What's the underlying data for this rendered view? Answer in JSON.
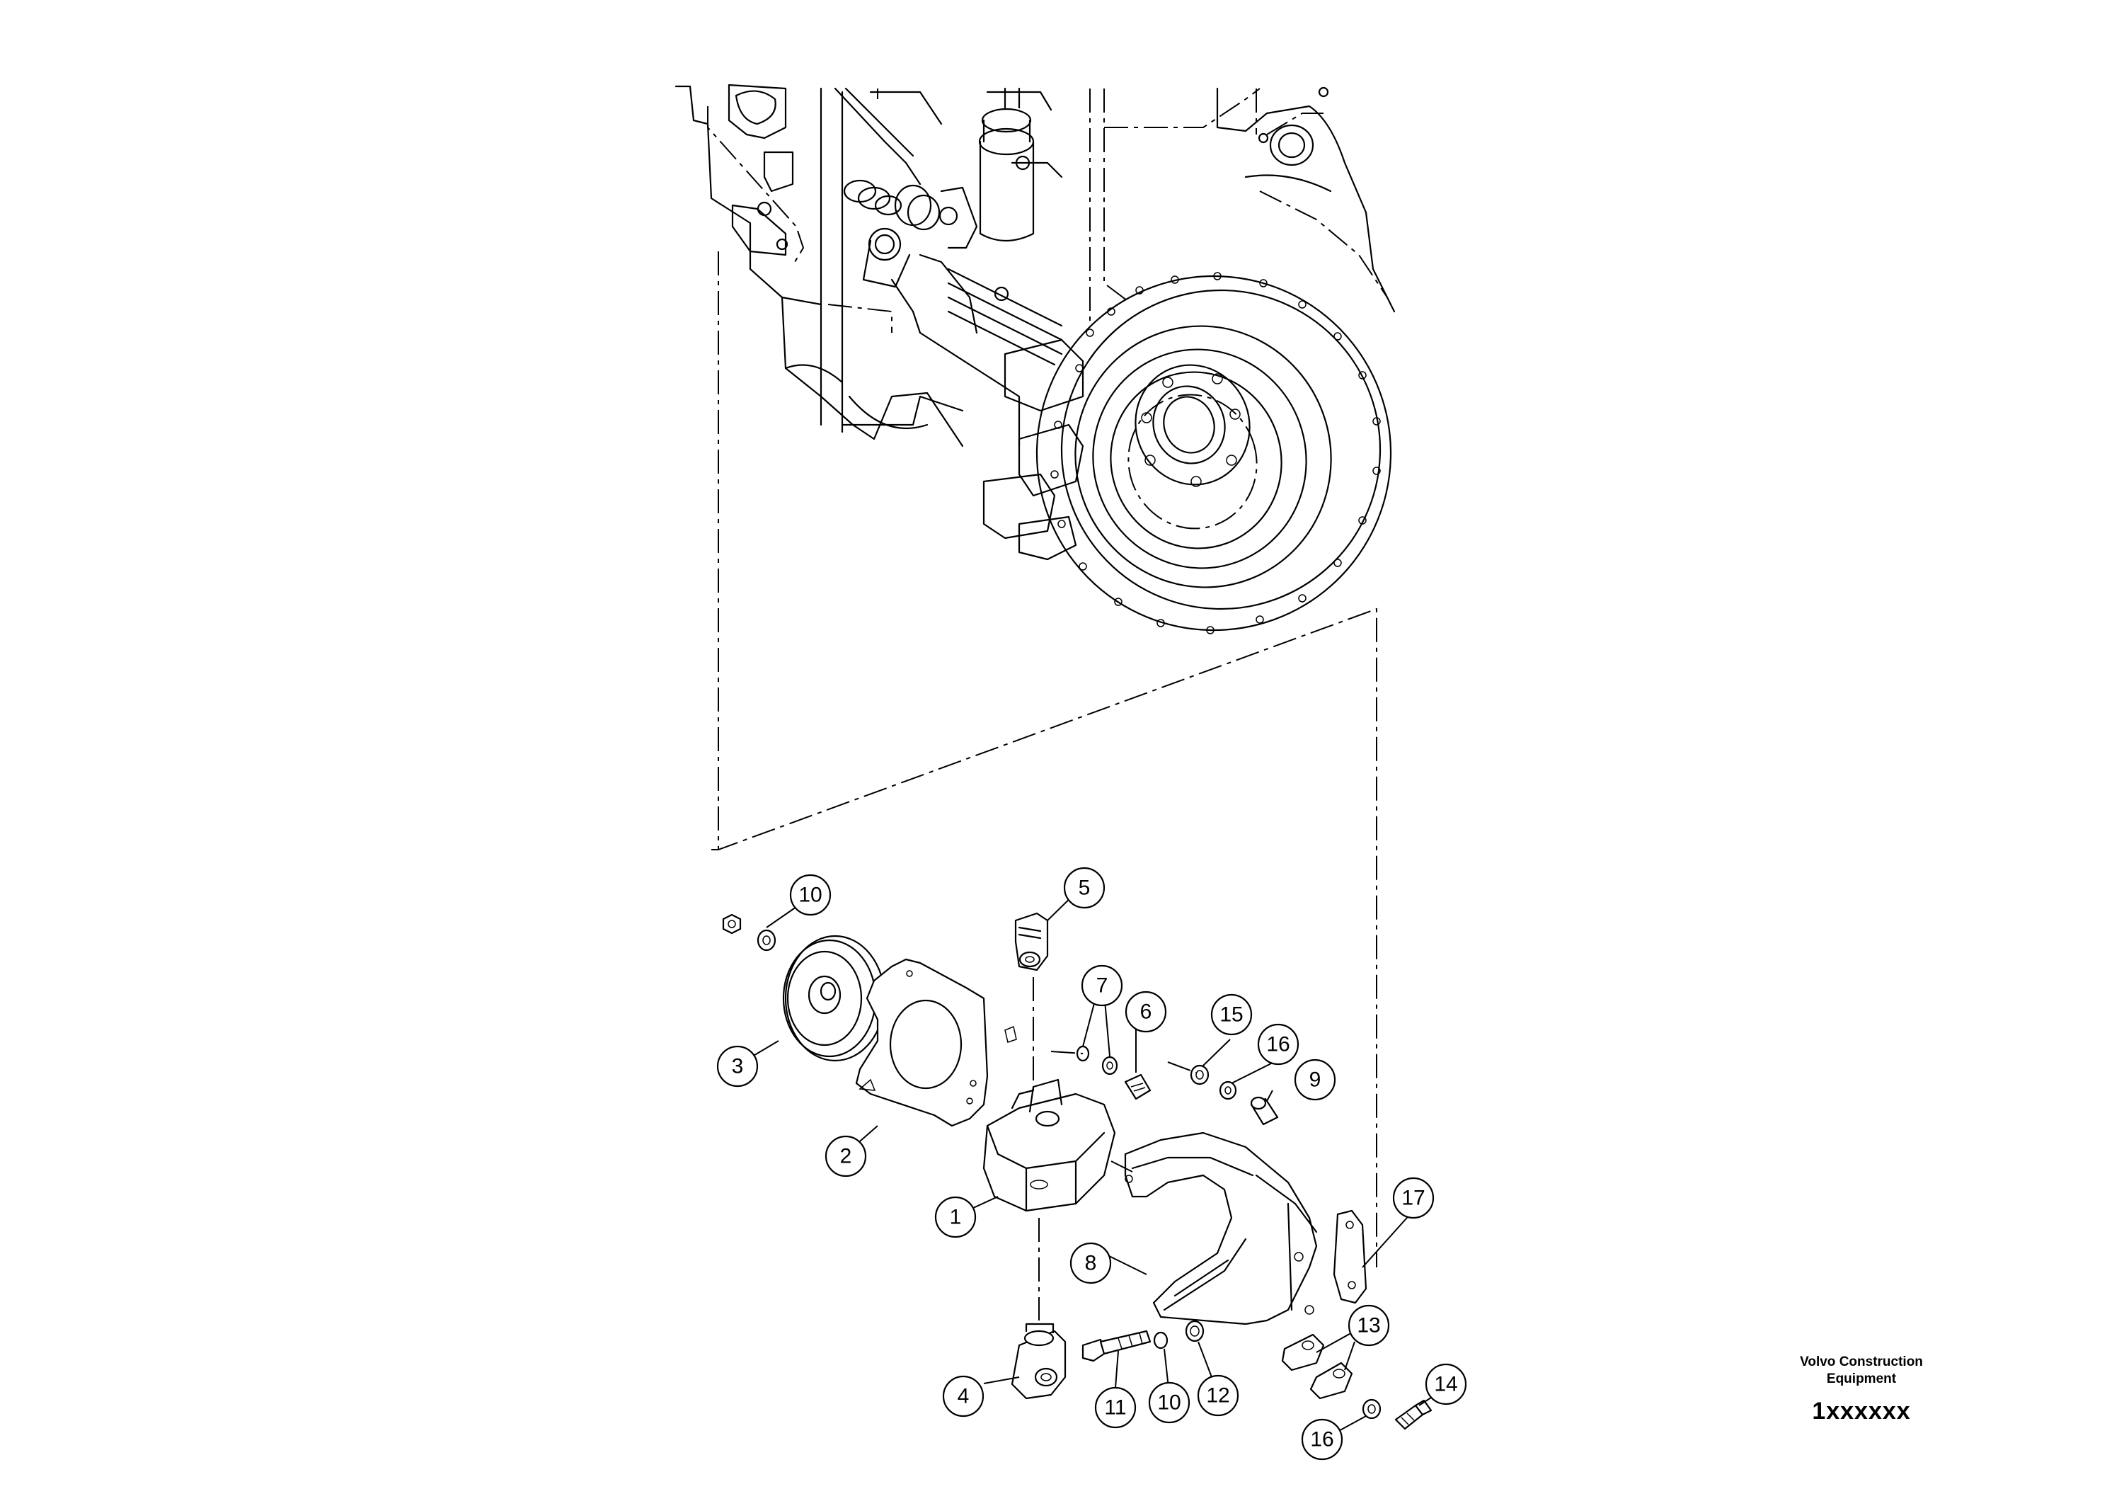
{
  "diagram": {
    "parts": {
      "p1": "1",
      "p2": "2",
      "p3": "3",
      "p4": "4",
      "p5": "5",
      "p6": "6",
      "p7": "7",
      "p8": "8",
      "p9": "9",
      "p10a": "10",
      "p10b": "10",
      "p11": "11",
      "p12": "12",
      "p13": "13",
      "p14": "14",
      "p15": "15",
      "p16a": "16",
      "p16b": "16",
      "p17": "17"
    }
  },
  "branding": {
    "company_line1": "Volvo Construction",
    "company_line2": "Equipment",
    "document_id": "1xxxxxx"
  }
}
